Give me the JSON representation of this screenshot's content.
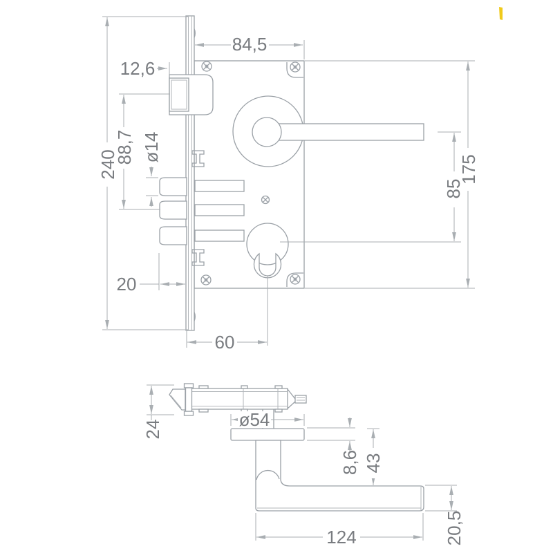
{
  "front_view": {
    "case_width": "84,5",
    "latch_protrusion": "12,6",
    "faceplate_height": "240",
    "latch_to_bolt": "88,7",
    "bolt_diameter": "ø14",
    "bolt_protrusion": "20",
    "backset": "60",
    "handle_to_cylinder": "85",
    "case_height": "175"
  },
  "side_view": {
    "faceplate_width": "24",
    "rose_diameter": "ø54",
    "rose_thickness": "8,6",
    "rose_to_grip": "43",
    "grip_length": "124",
    "grip_thickness": "20,5"
  },
  "colors": {
    "outline": "#9aa0a6",
    "dimension_line": "#a9aeb2",
    "label_text": "#797c80",
    "accent_mark": "#eec402"
  }
}
